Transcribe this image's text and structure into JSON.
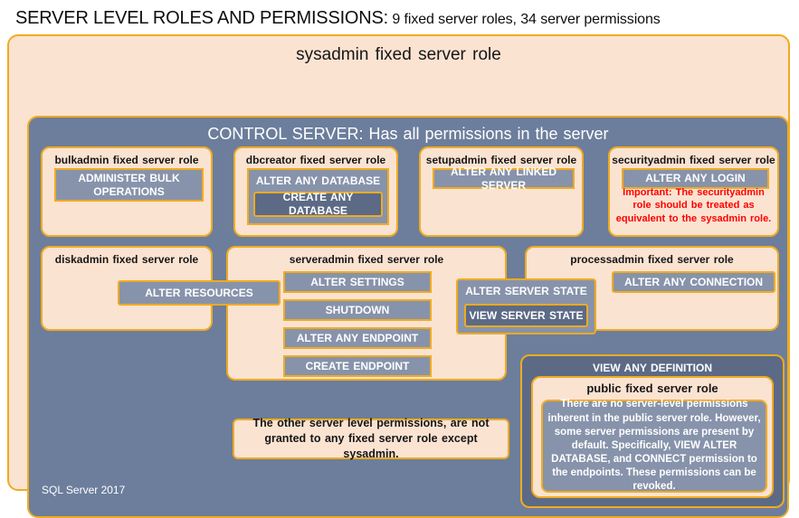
{
  "title": {
    "strong": "SERVER LEVEL ROLES AND PERMISSIONS:",
    "sub": " 9 fixed server roles, 34 server permissions"
  },
  "sysadmin_panel": {
    "title": "sysadmin  fixed  server  role"
  },
  "control_server": {
    "title": "CONTROL SERVER: Has all permissions in the server"
  },
  "roles": {
    "bulkadmin": {
      "title": "bulkadmin  fixed server role",
      "permissions": [
        "ADMINISTER  BULK OPERATIONS"
      ]
    },
    "dbcreator": {
      "title": "dbcreator  fixed server role",
      "permissions": [
        "ALTER ANY DATABASE",
        "CREATE  ANY DATABASE"
      ]
    },
    "setupadmin": {
      "title": "setupadmin  fixed server role",
      "permissions": [
        "ALTER ANY LINKED SERVER"
      ]
    },
    "securityadmin": {
      "title": "securityadmin  fixed server role",
      "permissions": [
        "ALTER ANY LOGIN"
      ],
      "warning": "Important:  The securityadmin role should  be treated as equivalent to the sysadmin role."
    },
    "diskadmin": {
      "title": "diskadmin  fixed server role",
      "permissions": [
        "ALTER RESOURCES"
      ]
    },
    "serveradmin": {
      "title": "serveradmin  fixed server role",
      "permissions": [
        "ALTER SETTINGS",
        "SHUTDOWN",
        "ALTER ANY ENDPOINT",
        "CREATE  ENDPOINT",
        "ALTER SERVER  STATE",
        "VIEW SERVER  STATE"
      ]
    },
    "processadmin": {
      "title": "processadmin  fixed server role",
      "permissions": [
        "ALTER ANY CONNECTION"
      ]
    },
    "public": {
      "outer_label": "VIEW ANY DEFINITION",
      "title": "public  fixed server role",
      "note": "There are no server-level permissions inherent in the public server role. However, some server permissions are present by default. Specifically, VIEW ALTER DATABASE, and CONNECT permission to the endpoints. These permissions can be revoked."
    }
  },
  "notes": {
    "other_permissions": "The other server level permissions,  are not granted to any fixed server role except sysadmin."
  },
  "footer": {
    "label": "SQL Server 2017"
  },
  "colors": {
    "panel_peach": "#fbe3d2",
    "panel_blue": "#6c7e9c",
    "chip_blue": "#8793ab",
    "chip_blue_dark": "#5c6a86",
    "border_gold": "#f0ab20",
    "warning_red": "#ff0000",
    "text_dark": "#161616",
    "text_light": "#ffffff"
  }
}
